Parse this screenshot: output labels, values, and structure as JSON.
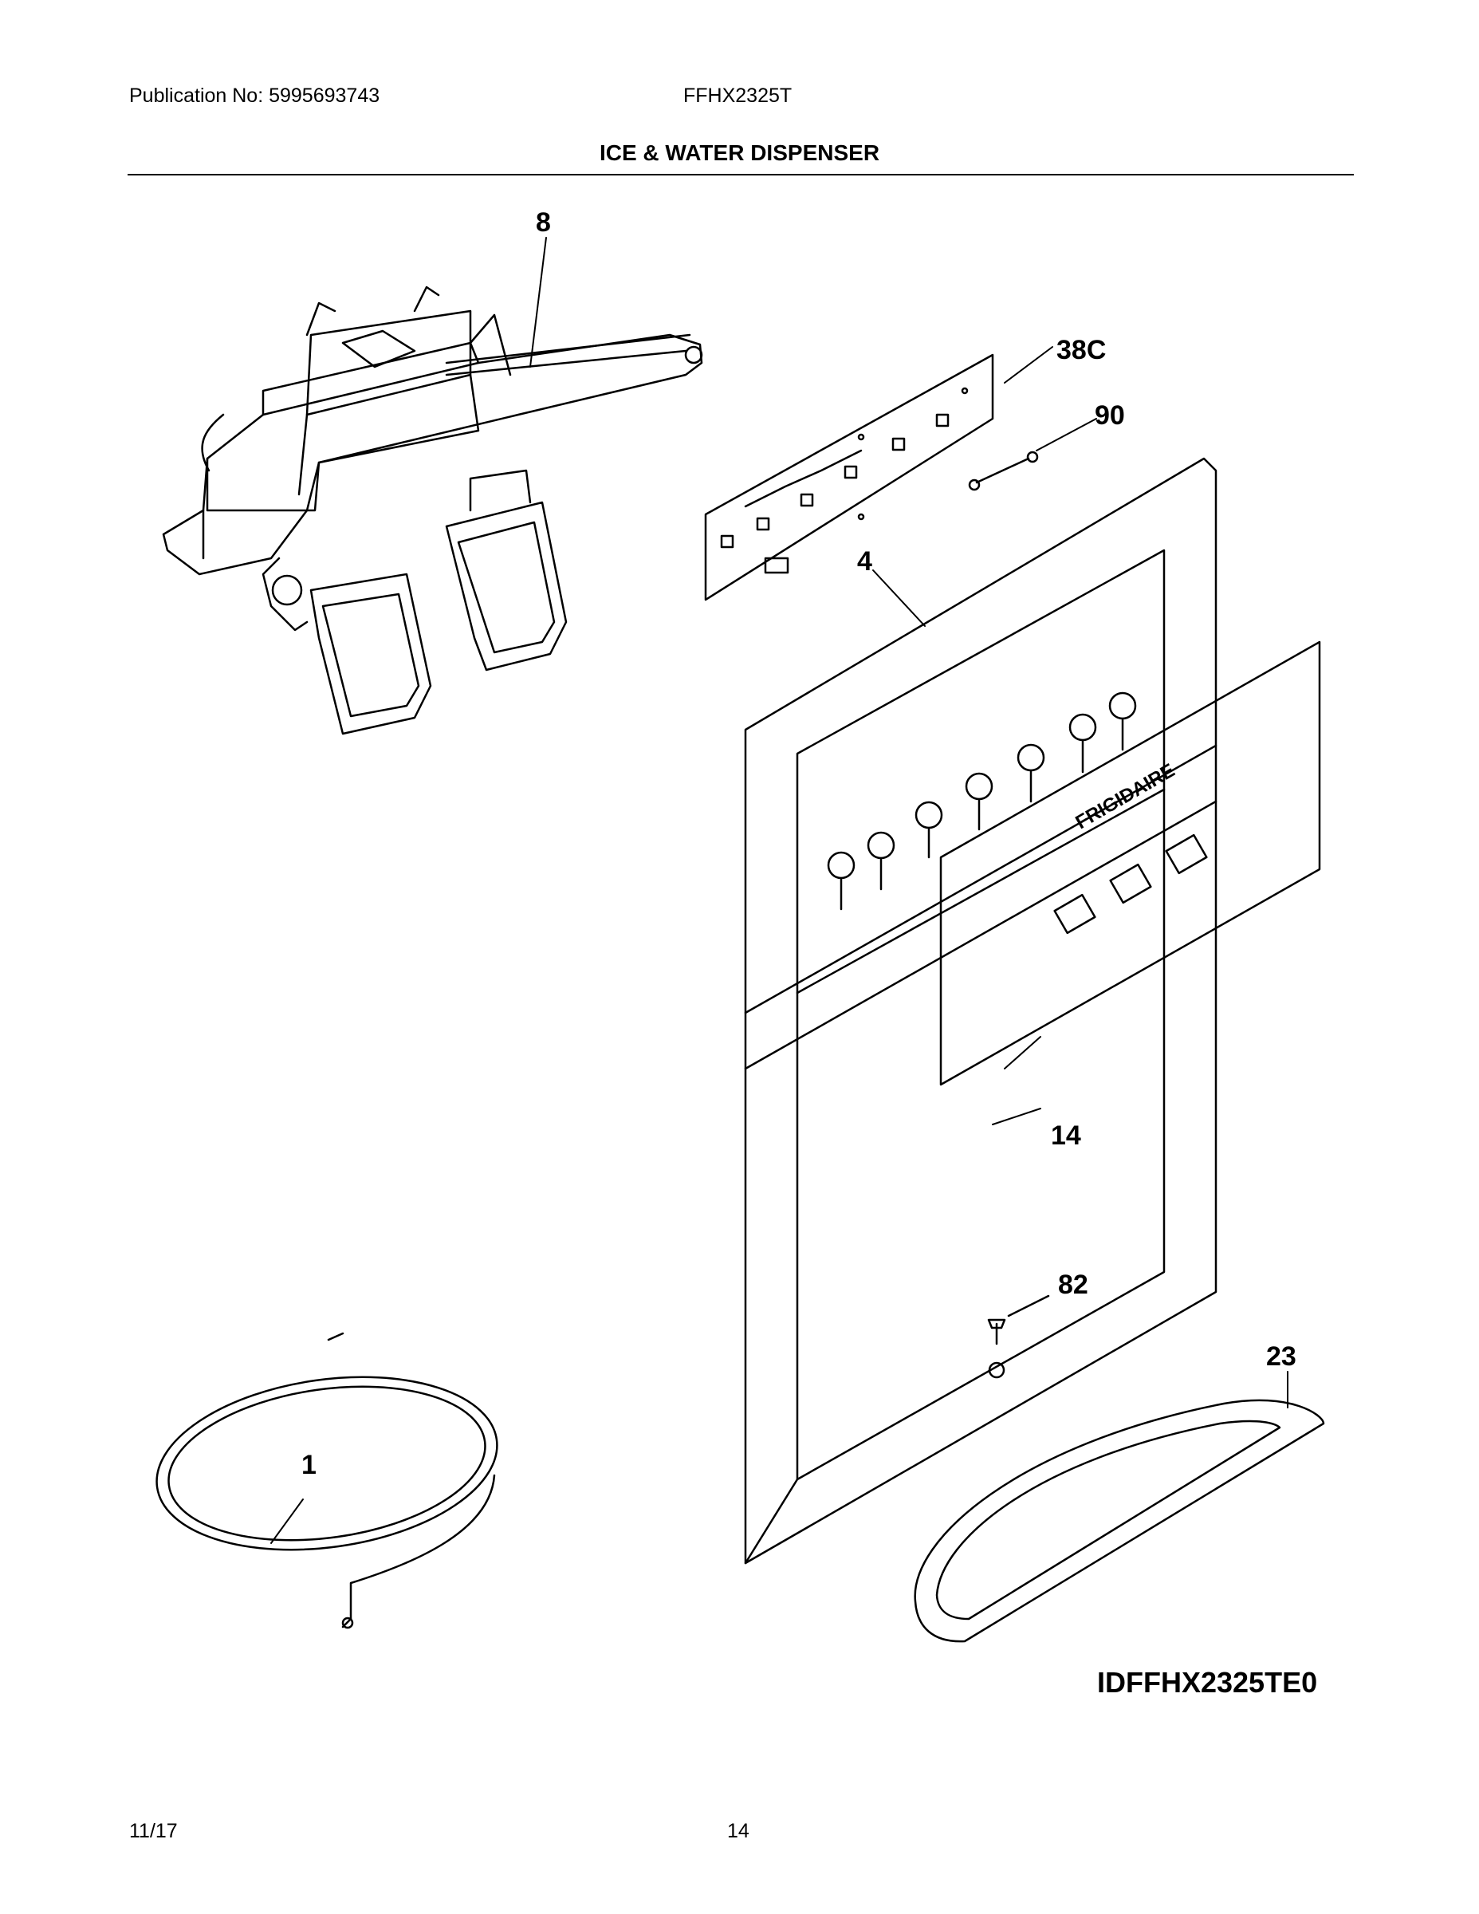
{
  "header": {
    "publication": "Publication No: 5995693743",
    "model": "FFHX2325T",
    "title": "ICE & WATER DISPENSER"
  },
  "callouts": {
    "c8": "8",
    "c38c": "38C",
    "c90": "90",
    "c4": "4",
    "c14": "14",
    "c82": "82",
    "c23": "23",
    "c1": "1"
  },
  "brand": "FRIGIDAIRE",
  "diagram_id": "IDFFHX2325TE0",
  "footer": {
    "date": "11/17",
    "page": "14"
  }
}
